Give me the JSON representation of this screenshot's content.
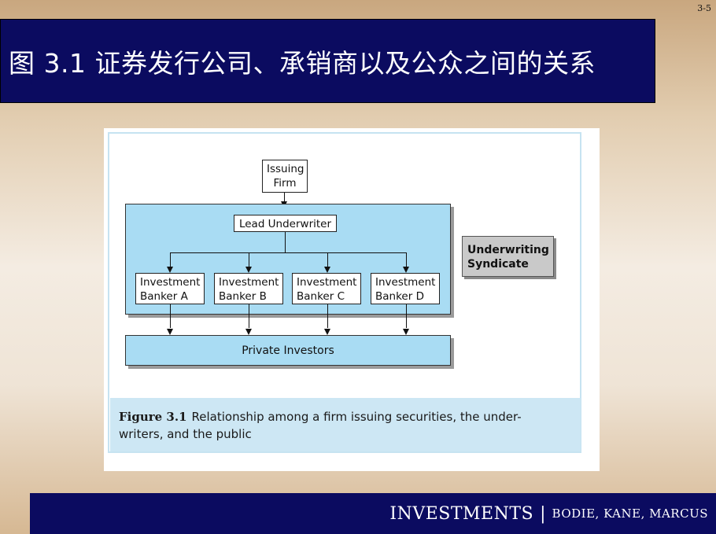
{
  "slide_number": "3-5",
  "title": "图 3.1 证券发行公司、承销商以及公众之间的关系",
  "diagram": {
    "issuing_firm": "Issuing\nFirm",
    "lead_underwriter": "Lead Underwriter",
    "bankers": [
      "Investment\nBanker A",
      "Investment\nBanker B",
      "Investment\nBanker C",
      "Investment\nBanker D"
    ],
    "syndicate_label": "Underwriting\nSyndicate",
    "private_investors": "Private Investors"
  },
  "caption": {
    "label": "Figure 3.1",
    "text": "Relationship among a firm issuing securities, the under-writers, and the public"
  },
  "footer": {
    "main": "INVESTMENTS",
    "separator": "|",
    "authors": "BODIE, KANE, MARCUS"
  }
}
